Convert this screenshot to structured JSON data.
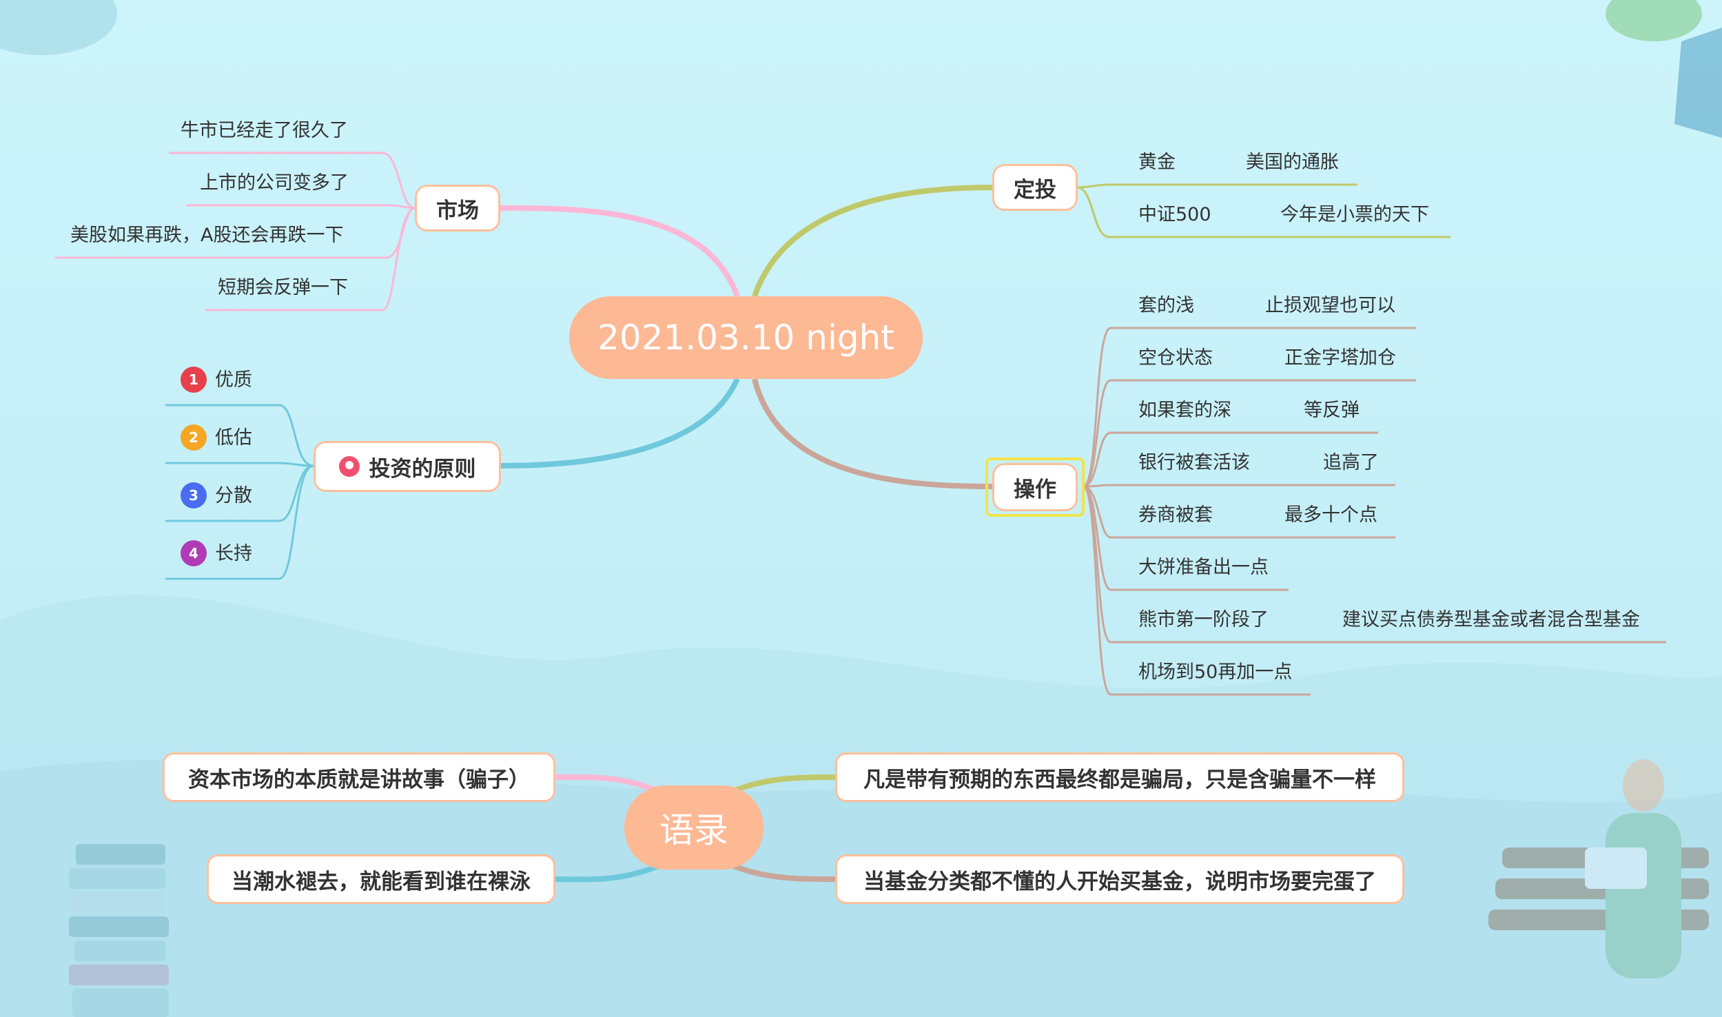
{
  "central": {
    "title": "2021.03.10 night"
  },
  "market": {
    "title": "市场",
    "items": [
      "牛市已经走了很久了",
      "上市的公司变多了",
      "美股如果再跌，A股还会再跌一下",
      "短期会反弹一下"
    ]
  },
  "dingtou": {
    "title": "定投",
    "items": [
      {
        "label": "黄金",
        "note": "美国的通胀"
      },
      {
        "label": "中证500",
        "note": "今年是小票的天下"
      }
    ]
  },
  "principles": {
    "title": "投资的原则",
    "items": [
      {
        "num": "1",
        "label": "优质",
        "color": "#e8404a"
      },
      {
        "num": "2",
        "label": "低估",
        "color": "#f5a623"
      },
      {
        "num": "3",
        "label": "分散",
        "color": "#4a6cf0"
      },
      {
        "num": "4",
        "label": "长持",
        "color": "#b03bb5"
      }
    ]
  },
  "operation": {
    "title": "操作",
    "items": [
      {
        "label": "套的浅",
        "note": "止损观望也可以"
      },
      {
        "label": "空仓状态",
        "note": "正金字塔加仓"
      },
      {
        "label": "如果套的深",
        "note": "等反弹"
      },
      {
        "label": "银行被套活该",
        "note": "追高了"
      },
      {
        "label": "券商被套",
        "note": "最多十个点"
      },
      {
        "label": "大饼准备出一点",
        "note": ""
      },
      {
        "label": "熊市第一阶段了",
        "note": "建议买点债券型基金或者混合型基金"
      },
      {
        "label": "机场到50再加一点",
        "note": ""
      }
    ]
  },
  "quotes": {
    "title": "语录",
    "items": [
      "资本市场的本质就是讲故事（骗子）",
      "当潮水褪去，就能看到谁在裸泳",
      "凡是带有预期的东西最终都是骗局，只是含骗量不一样",
      "当基金分类都不懂的人开始买基金，说明市场要完蛋了"
    ]
  },
  "colors": {
    "market_branch": "#fcb7d6",
    "dingtou_branch": "#bfc96a",
    "principles_branch": "#6fc8dc",
    "operation_branch": "#caa69a",
    "node_border": "#ffbf9b",
    "central_fill": "#fdb894",
    "selected_outline": "#f2e34a"
  },
  "icons": {
    "principles": "medal-icon"
  }
}
